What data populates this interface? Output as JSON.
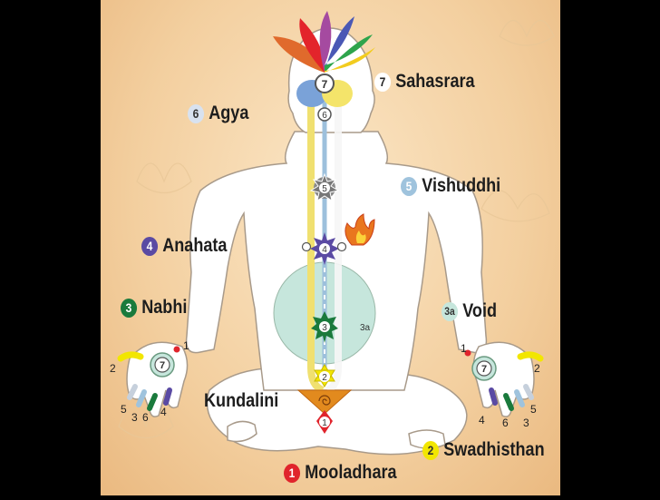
{
  "chakras": [
    {
      "key": "sahasrara",
      "number": "7",
      "name": "Sahasrara",
      "badge_bg": "#ffffff",
      "badge_fg": "#222222"
    },
    {
      "key": "agya",
      "number": "6",
      "name": "Agya",
      "badge_bg": "#d8e2f0",
      "badge_fg": "#333333"
    },
    {
      "key": "vishuddhi",
      "number": "5",
      "name": "Vishuddhi",
      "badge_bg": "#9fc3dd",
      "badge_fg": "#ffffff"
    },
    {
      "key": "anahata",
      "number": "4",
      "name": "Anahata",
      "badge_bg": "#5a4aa3",
      "badge_fg": "#ffffff"
    },
    {
      "key": "nabhi",
      "number": "3",
      "name": "Nabhi",
      "badge_bg": "#1a7a3c",
      "badge_fg": "#ffffff"
    },
    {
      "key": "void",
      "number": "3a",
      "name": "Void",
      "badge_bg": "#c6e6dc",
      "badge_fg": "#333333"
    },
    {
      "key": "swadhisthan",
      "number": "2",
      "name": "Swadhisthan",
      "badge_bg": "#f2e600",
      "badge_fg": "#333333"
    },
    {
      "key": "mooladhara",
      "number": "1",
      "name": "Mooladhara",
      "badge_bg": "#e0242c",
      "badge_fg": "#ffffff"
    }
  ],
  "kundalini_label": "Kundalini",
  "body_markers": {
    "sahasrara": "7",
    "agya": "6",
    "vishuddhi": "5",
    "anahata": "4",
    "nabhi": "3",
    "void": "3a",
    "swadhisthan": "2",
    "mooladhara": "1"
  },
  "left_hand": {
    "palm": "7",
    "fingers": [
      "1",
      "2",
      "5",
      "3",
      "6",
      "4"
    ]
  },
  "right_hand": {
    "palm": "7",
    "fingers": [
      "1",
      "2",
      "5",
      "6",
      "3",
      "4"
    ]
  },
  "colors": {
    "background_frame": "#000000",
    "panel": "#f3cf9f",
    "figure_fill": "#ffffff",
    "figure_outline": "#a89a8a",
    "void_circle": "#c6e6dc",
    "left_channel": "#f0e070",
    "central_channel": "#9dc0dc"
  }
}
